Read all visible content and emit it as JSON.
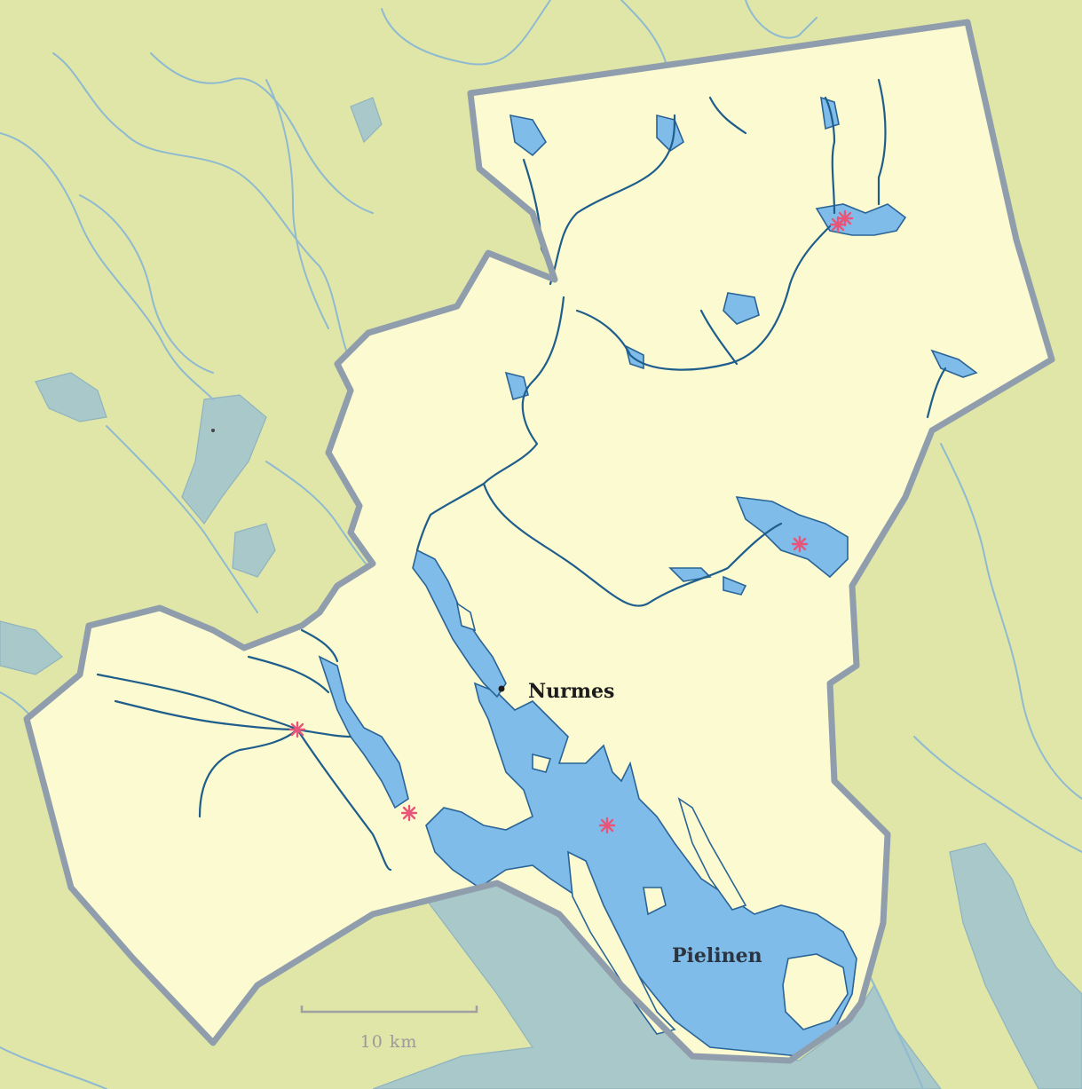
{
  "places": [
    {
      "id": "nurmes",
      "name": "Nurmes"
    }
  ],
  "lakes": [
    {
      "id": "pielinen",
      "name": "Pielinen"
    }
  ],
  "scale_bar": {
    "label": "10 km",
    "distance_km": 10
  },
  "colors": {
    "outside_land": "#dfe6a8",
    "region_land": "#fcfad0",
    "lake_inside": "#7fbce9",
    "lake_outside": "#a9c8c9",
    "river_inside": "#1f5e8c",
    "river_outside": "#8fbad0",
    "boundary": "#8f9dad",
    "site_marker": "#e8557a"
  },
  "site_marker_icon": "asterisk-icon",
  "site_marker_count": 6
}
